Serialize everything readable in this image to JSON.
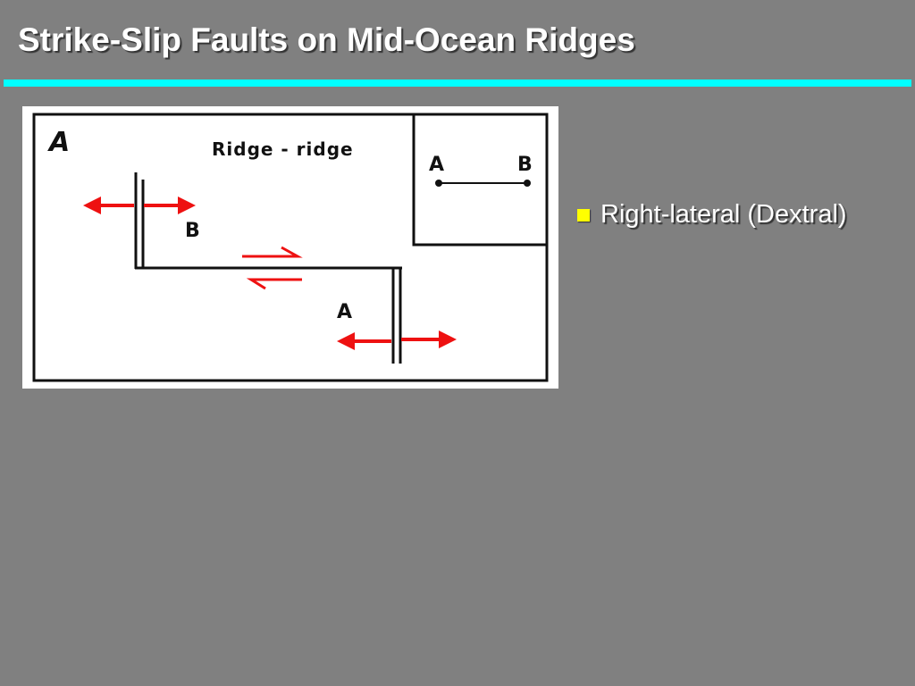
{
  "slide": {
    "title": "Strike-Slip Faults on Mid-Ocean Ridges"
  },
  "figure": {
    "panel_letter": "A",
    "caption": "Ridge - ridge",
    "label_b_left": "B",
    "label_a_right": "A",
    "inset_label_a": "A",
    "inset_label_b": "B",
    "arrow_color": "#ee1111"
  },
  "bullets": [
    {
      "text": "Right-lateral (Dextral)"
    }
  ],
  "colors": {
    "background": "#808080",
    "rule": "#00ffff",
    "bullet": "#ffff00"
  }
}
